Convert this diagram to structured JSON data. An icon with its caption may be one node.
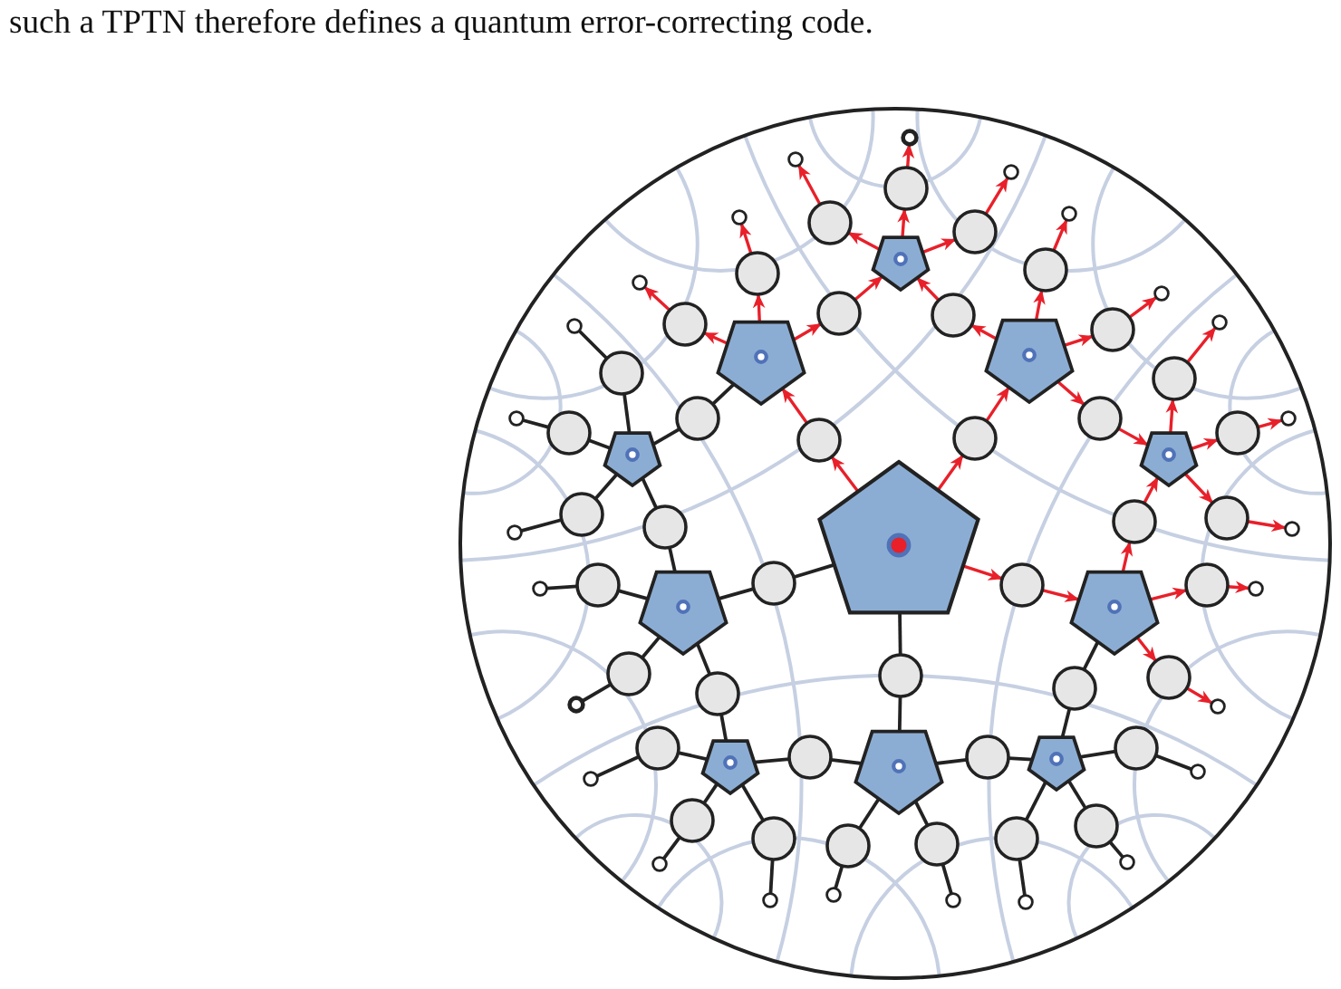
{
  "diagram": {
    "nodes": [
      {
        "text": [],
        "shape": "pentagon"
      },
      {
        "text": [],
        "shape": "circle"
      },
      {
        "text": [],
        "shape": "circle"
      },
      {
        "text": [],
        "shape": "circle"
      },
      {
        "text": [],
        "shape": "circle"
      },
      {
        "text": [],
        "shape": "circle"
      },
      {
        "text": [],
        "shape": "pentagon"
      },
      {
        "text": [],
        "shape": "pentagon"
      },
      {
        "text": [],
        "shape": "pentagon"
      },
      {
        "text": [],
        "shape": "pentagon"
      },
      {
        "text": [],
        "shape": "pentagon"
      },
      {
        "text": [],
        "shape": "pentagon"
      },
      {
        "text": [],
        "shape": "pentagon"
      },
      {
        "text": [],
        "shape": "pentagon"
      },
      {
        "text": [],
        "shape": "pentagon"
      },
      {
        "text": [],
        "shape": "pentagon"
      },
      {
        "text": [],
        "shape": "circle"
      },
      {
        "text": [],
        "shape": "circle"
      },
      {
        "text": [],
        "shape": "circle"
      },
      {
        "text": [],
        "shape": "circle"
      },
      {
        "text": [],
        "shape": "circle"
      },
      {
        "text": [],
        "shape": "circle"
      },
      {
        "text": [],
        "shape": "circle"
      },
      {
        "text": [],
        "shape": "circle"
      },
      {
        "text": [],
        "shape": "circle"
      },
      {
        "text": [],
        "shape": "circle"
      },
      {
        "text": [],
        "shape": "circle"
      },
      {
        "text": [],
        "shape": "circle"
      },
      {
        "text": [],
        "shape": "circle"
      },
      {
        "text": [],
        "shape": "circle"
      },
      {
        "text": [],
        "shape": "circle"
      },
      {
        "text": [],
        "shape": "circle"
      },
      {
        "text": [],
        "shape": "circle"
      },
      {
        "text": [],
        "shape": "circle"
      },
      {
        "text": [],
        "shape": "circle"
      },
      {
        "text": [],
        "shape": "circle"
      },
      {
        "text": [],
        "shape": "circle"
      },
      {
        "text": [],
        "shape": "circle"
      },
      {
        "text": [],
        "shape": "circle"
      },
      {
        "text": [],
        "shape": "circle"
      },
      {
        "text": [],
        "shape": "circle"
      },
      {
        "text": [],
        "shape": "circle"
      },
      {
        "text": [],
        "shape": "circle"
      },
      {
        "text": [],
        "shape": "circle"
      },
      {
        "text": [],
        "shape": "circle"
      },
      {
        "text": [],
        "shape": "circle"
      },
      {
        "text": [],
        "shape": "circle"
      },
      {
        "text": [],
        "shape": "circle"
      },
      {
        "text": [],
        "shape": "circle"
      },
      {
        "text": [],
        "shape": "circle"
      },
      {
        "text": [],
        "shape": "circle"
      },
      {
        "text": [],
        "shape": "circle"
      },
      {
        "text": [],
        "shape": "circle"
      },
      {
        "text": [],
        "shape": "circle"
      },
      {
        "text": [],
        "shape": "circle"
      },
      {
        "text": [],
        "shape": "circle"
      },
      {
        "text": [],
        "shape": "circle"
      },
      {
        "text": [],
        "shape": "circle"
      },
      {
        "text": [],
        "shape": "circle"
      },
      {
        "text": [],
        "shape": "circle"
      },
      {
        "text": [],
        "shape": "circle"
      },
      {
        "text": [],
        "shape": "circle"
      },
      {
        "text": [],
        "shape": "circle"
      },
      {
        "text": [],
        "shape": "circle"
      },
      {
        "text": [],
        "shape": "circle"
      },
      {
        "text": [],
        "shape": "circle"
      },
      {
        "text": [],
        "shape": "circle"
      },
      {
        "text": [],
        "shape": "circle"
      },
      {
        "text": [],
        "shape": "circle"
      },
      {
        "text": [],
        "shape": "circle"
      },
      {
        "text": [],
        "shape": "circle"
      },
      {
        "text": [],
        "shape": "circle"
      },
      {
        "text": [],
        "shape": "circle"
      },
      {
        "text": [],
        "shape": "circle"
      },
      {
        "text": [],
        "shape": "circle"
      },
      {
        "text": [],
        "shape": "circle"
      }
    ],
    "edges": [
      {
        "from": 0,
        "to": 1,
        "arrow": "to",
        "color": "#e8202a"
      },
      {
        "from": 1,
        "to": 6,
        "arrow": "to",
        "color": "#e8202a"
      },
      {
        "from": 0,
        "to": 2,
        "arrow": "to",
        "color": "#e8202a"
      },
      {
        "from": 2,
        "to": 7,
        "arrow": "to",
        "color": "#e8202a"
      },
      {
        "from": 0,
        "to": 3,
        "arrow": "to",
        "color": "#e8202a"
      },
      {
        "from": 3,
        "to": 8,
        "arrow": "to",
        "color": "#e8202a"
      },
      {
        "from": 0,
        "to": 4,
        "arrow": "none"
      },
      {
        "from": 4,
        "to": 9,
        "arrow": "none"
      },
      {
        "from": 0,
        "to": 5,
        "arrow": "none"
      },
      {
        "from": 5,
        "to": 10,
        "arrow": "none"
      },
      {
        "from": 6,
        "to": 16,
        "arrow": "to",
        "color": "#e8202a"
      },
      {
        "from": 16,
        "to": 11,
        "arrow": "to",
        "color": "#e8202a"
      },
      {
        "from": 6,
        "to": 25,
        "arrow": "none"
      },
      {
        "from": 25,
        "to": 15,
        "arrow": "none"
      },
      {
        "from": 6,
        "to": 26,
        "arrow": "to",
        "color": "#e8202a"
      },
      {
        "from": 26,
        "to": 27,
        "arrow": "to",
        "color": "#e8202a"
      },
      {
        "from": 6,
        "to": 28,
        "arrow": "to",
        "color": "#e8202a"
      },
      {
        "from": 28,
        "to": 29,
        "arrow": "to",
        "color": "#e8202a"
      },
      {
        "from": 7,
        "to": 17,
        "arrow": "to",
        "color": "#e8202a"
      },
      {
        "from": 17,
        "to": 11,
        "arrow": "to",
        "color": "#e8202a"
      },
      {
        "from": 7,
        "to": 18,
        "arrow": "to",
        "color": "#e8202a"
      },
      {
        "from": 18,
        "to": 12,
        "arrow": "to",
        "color": "#e8202a"
      },
      {
        "from": 7,
        "to": 30,
        "arrow": "to",
        "color": "#e8202a"
      },
      {
        "from": 30,
        "to": 31,
        "arrow": "to",
        "color": "#e8202a"
      },
      {
        "from": 7,
        "to": 32,
        "arrow": "to",
        "color": "#e8202a"
      },
      {
        "from": 32,
        "to": 33,
        "arrow": "to",
        "color": "#e8202a"
      },
      {
        "from": 8,
        "to": 19,
        "arrow": "to",
        "color": "#e8202a"
      },
      {
        "from": 19,
        "to": 12,
        "arrow": "to",
        "color": "#e8202a"
      },
      {
        "from": 8,
        "to": 20,
        "arrow": "none"
      },
      {
        "from": 20,
        "to": 13,
        "arrow": "none"
      },
      {
        "from": 8,
        "to": 34,
        "arrow": "to",
        "color": "#e8202a"
      },
      {
        "from": 34,
        "to": 35,
        "arrow": "to",
        "color": "#e8202a"
      },
      {
        "from": 8,
        "to": 36,
        "arrow": "to",
        "color": "#e8202a"
      },
      {
        "from": 36,
        "to": 37,
        "arrow": "to",
        "color": "#e8202a"
      },
      {
        "from": 9,
        "to": 21,
        "arrow": "none"
      },
      {
        "from": 21,
        "to": 13,
        "arrow": "none"
      },
      {
        "from": 9,
        "to": 22,
        "arrow": "none"
      },
      {
        "from": 22,
        "to": 14,
        "arrow": "none"
      },
      {
        "from": 9,
        "to": 38,
        "arrow": "none"
      },
      {
        "from": 38,
        "to": 39,
        "arrow": "none"
      },
      {
        "from": 9,
        "to": 40,
        "arrow": "none"
      },
      {
        "from": 40,
        "to": 41,
        "arrow": "none"
      },
      {
        "from": 10,
        "to": 23,
        "arrow": "none"
      },
      {
        "from": 23,
        "to": 14,
        "arrow": "none"
      },
      {
        "from": 10,
        "to": 24,
        "arrow": "none"
      },
      {
        "from": 24,
        "to": 15,
        "arrow": "none"
      },
      {
        "from": 10,
        "to": 42,
        "arrow": "none"
      },
      {
        "from": 42,
        "to": 43,
        "arrow": "none"
      },
      {
        "from": 10,
        "to": 44,
        "arrow": "none"
      },
      {
        "from": 44,
        "to": 45,
        "arrow": "none"
      },
      {
        "from": 11,
        "to": 46,
        "arrow": "to",
        "color": "#e8202a"
      },
      {
        "from": 46,
        "to": 47,
        "arrow": "to",
        "color": "#e8202a"
      },
      {
        "from": 11,
        "to": 48,
        "arrow": "to",
        "color": "#e8202a"
      },
      {
        "from": 48,
        "to": 49,
        "arrow": "to",
        "color": "#e8202a"
      },
      {
        "from": 11,
        "to": 50,
        "arrow": "to",
        "color": "#e8202a"
      },
      {
        "from": 50,
        "to": 51,
        "arrow": "to",
        "color": "#e8202a"
      },
      {
        "from": 12,
        "to": 52,
        "arrow": "to",
        "color": "#e8202a"
      },
      {
        "from": 52,
        "to": 53,
        "arrow": "to",
        "color": "#e8202a"
      },
      {
        "from": 12,
        "to": 54,
        "arrow": "to",
        "color": "#e8202a"
      },
      {
        "from": 54,
        "to": 55,
        "arrow": "to",
        "color": "#e8202a"
      },
      {
        "from": 12,
        "to": 56,
        "arrow": "to",
        "color": "#e8202a"
      },
      {
        "from": 56,
        "to": 57,
        "arrow": "to",
        "color": "#e8202a"
      },
      {
        "from": 13,
        "to": 58,
        "arrow": "none"
      },
      {
        "from": 58,
        "to": 59,
        "arrow": "none"
      },
      {
        "from": 13,
        "to": 60,
        "arrow": "none"
      },
      {
        "from": 60,
        "to": 61,
        "arrow": "none"
      },
      {
        "from": 13,
        "to": 62,
        "arrow": "none"
      },
      {
        "from": 62,
        "to": 63,
        "arrow": "none"
      },
      {
        "from": 14,
        "to": 64,
        "arrow": "none"
      },
      {
        "from": 64,
        "to": 65,
        "arrow": "none"
      },
      {
        "from": 14,
        "to": 66,
        "arrow": "none"
      },
      {
        "from": 66,
        "to": 67,
        "arrow": "none"
      },
      {
        "from": 14,
        "to": 68,
        "arrow": "none"
      },
      {
        "from": 68,
        "to": 69,
        "arrow": "none"
      },
      {
        "from": 15,
        "to": 70,
        "arrow": "none"
      },
      {
        "from": 70,
        "to": 71,
        "arrow": "none"
      },
      {
        "from": 15,
        "to": 72,
        "arrow": "none"
      },
      {
        "from": 72,
        "to": 73,
        "arrow": "none"
      },
      {
        "from": 15,
        "to": 74,
        "arrow": "none"
      },
      {
        "from": 74,
        "to": 75,
        "arrow": "none"
      }
    ],
    "labels": [
      "such a TPTN therefore defines a quantum error-correcting code."
    ]
  }
}
